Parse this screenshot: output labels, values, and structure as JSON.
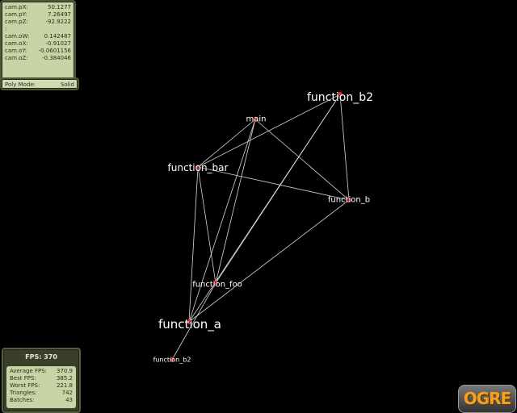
{
  "camera": {
    "rows": [
      {
        "label": "cam.pX:",
        "value": "50.1277"
      },
      {
        "label": "cam.pY:",
        "value": "7.26497"
      },
      {
        "label": "cam.pZ:",
        "value": "-92.9222"
      },
      {
        "label": ":",
        "value": ""
      },
      {
        "label": "cam.oW:",
        "value": "0.142487"
      },
      {
        "label": "cam.oX:",
        "value": "-0.91027"
      },
      {
        "label": "cam.oY:",
        "value": "-0.0601156"
      },
      {
        "label": "cam.oZ:",
        "value": "-0.384046"
      }
    ]
  },
  "poly_mode": {
    "label": "Poly Mode:",
    "value": "Solid"
  },
  "fps": {
    "title": "FPS: 370",
    "rows": [
      {
        "label": "Average FPS:",
        "value": "370.9"
      },
      {
        "label": "Best FPS:",
        "value": "385.2"
      },
      {
        "label": "Worst FPS:",
        "value": "221.8"
      },
      {
        "label": "Triangles:",
        "value": "742"
      },
      {
        "label": "Batches:",
        "value": "43"
      }
    ]
  },
  "graph": {
    "nodes": [
      {
        "id": "function_b2_top",
        "label": "function_b2"
      },
      {
        "id": "main",
        "label": "main"
      },
      {
        "id": "function_bar",
        "label": "function_bar"
      },
      {
        "id": "function_b",
        "label": "function_b"
      },
      {
        "id": "function_foo",
        "label": "function_foo"
      },
      {
        "id": "function_a",
        "label": "function_a"
      },
      {
        "id": "function_b2_bottom",
        "label": "function_b2"
      }
    ],
    "edges": [
      [
        "main",
        "function_bar"
      ],
      [
        "main",
        "function_b"
      ],
      [
        "main",
        "function_foo"
      ],
      [
        "main",
        "function_a"
      ],
      [
        "function_b2_top",
        "function_bar"
      ],
      [
        "function_b2_top",
        "function_b"
      ],
      [
        "function_b2_top",
        "function_foo"
      ],
      [
        "function_b2_top",
        "function_a"
      ],
      [
        "function_bar",
        "function_b"
      ],
      [
        "function_bar",
        "function_foo"
      ],
      [
        "function_bar",
        "function_a"
      ],
      [
        "function_b",
        "function_a"
      ],
      [
        "function_foo",
        "function_b2_bottom"
      ]
    ],
    "node_color": "#e03030",
    "edge_color": "#d8d8d8"
  },
  "logo": {
    "text": "OGRE"
  }
}
